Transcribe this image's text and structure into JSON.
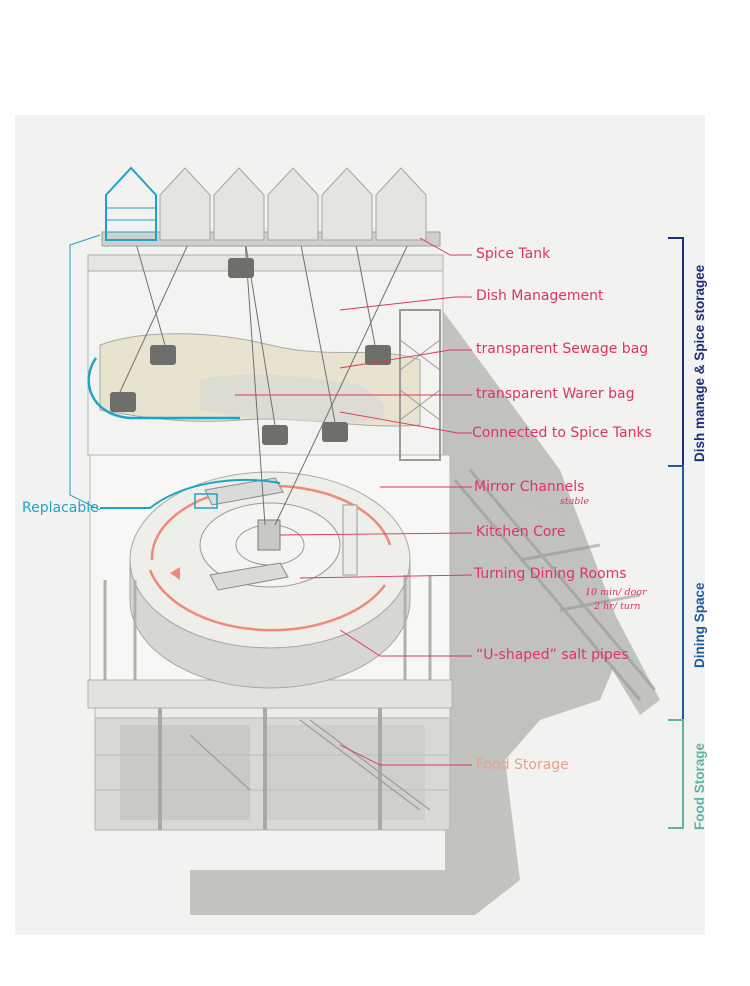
{
  "callouts": [
    {
      "id": "spice-tank",
      "text": "Spice Tank"
    },
    {
      "id": "dish-management",
      "text": "Dish Management"
    },
    {
      "id": "sewage-bag",
      "text": "transparent Sewage bag"
    },
    {
      "id": "warer-bag",
      "text": "transparent Warer bag"
    },
    {
      "id": "connected",
      "text": "Connected to Spice Tanks"
    },
    {
      "id": "mirror-channels",
      "text": "Mirror Channels"
    },
    {
      "id": "kitchen-core",
      "text": "Kitchen Core"
    },
    {
      "id": "turning-rooms",
      "text": "Turning Dining Rooms"
    },
    {
      "id": "salt-pipes",
      "text": "“U-shaped” salt pipes"
    },
    {
      "id": "food-storage",
      "text": "Food Storage"
    }
  ],
  "notes": {
    "mirror_sub": "stable",
    "turning_sub_1": "10 min/ door",
    "turning_sub_2": "2 hr/ turn"
  },
  "replacable": "Replacable",
  "zones": [
    {
      "id": "dish-spice",
      "text": "Dish manage & Spice storagee",
      "color": "#1e2f7a"
    },
    {
      "id": "dining",
      "text": "Dining Space",
      "color": "#1e5aa0"
    },
    {
      "id": "food-storage",
      "text": "Food Storage",
      "color": "#5fb3a5"
    }
  ],
  "colors": {
    "accent": "#e0345e",
    "cyan": "#1ea3c9",
    "navy": "#1e2f7a"
  }
}
